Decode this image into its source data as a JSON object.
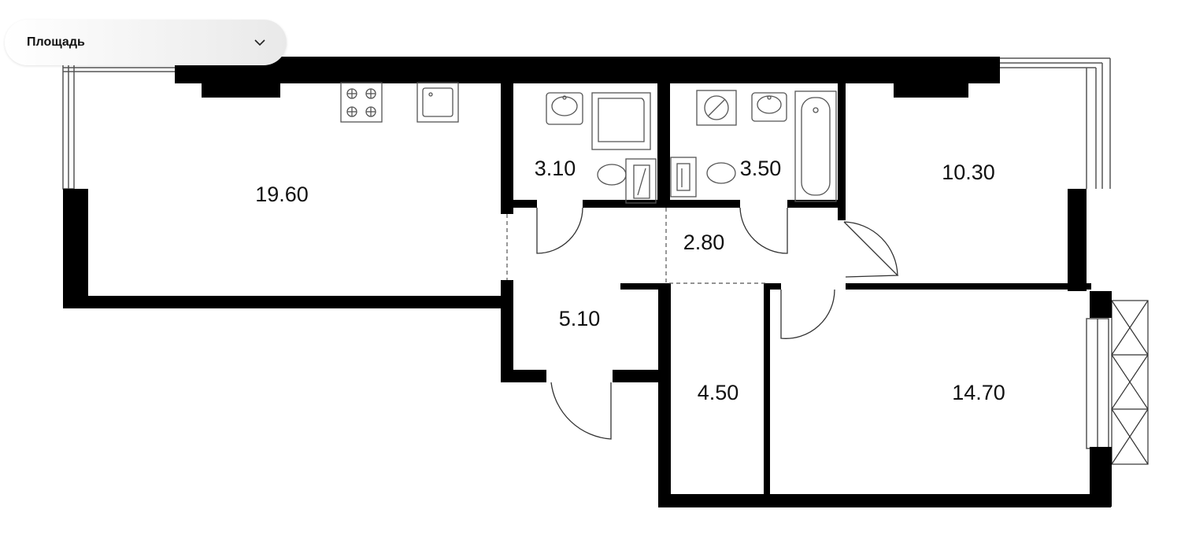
{
  "filter": {
    "label": "Площадь",
    "icon": "chevron-down-icon"
  },
  "rooms": {
    "kitchen_living": "19.60",
    "bathroom_1": "3.10",
    "bathroom_2": "3.50",
    "bedroom_1": "10.30",
    "corridor": "2.80",
    "hall": "5.10",
    "storage": "4.50",
    "bedroom_2": "14.70"
  },
  "colors": {
    "wall": "#000000",
    "background": "#ffffff",
    "fixture": "#555555"
  }
}
